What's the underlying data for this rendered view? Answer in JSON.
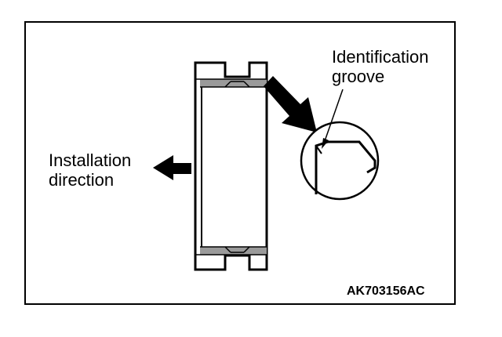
{
  "labels": {
    "installation_line1": "Installation",
    "installation_line2": "direction",
    "identification_line1": "Identification",
    "identification_line2": "groove"
  },
  "figure_code": "AK703156AC",
  "colors": {
    "ink": "#000000",
    "paper": "#ffffff",
    "shading": "#9a9a9a"
  }
}
